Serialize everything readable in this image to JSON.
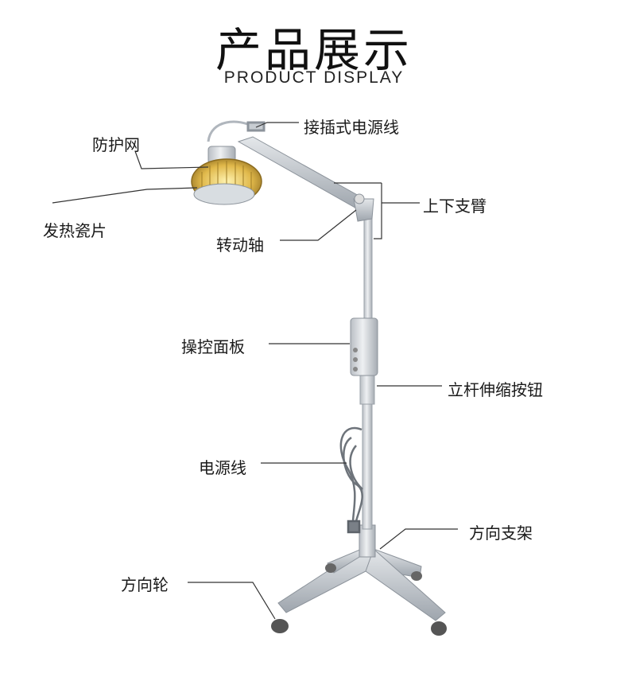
{
  "header": {
    "title_cn": "产品展示",
    "title_en": "PRODUCT DISPLAY"
  },
  "labels": {
    "plug_cord": "接插式电源线",
    "guard_mesh": "防护网",
    "upper_lower_arm": "上下支臂",
    "heating_ceramic": "发热瓷片",
    "rotating_shaft": "转动轴",
    "control_panel": "操控面板",
    "pole_button": "立杆伸缩按钮",
    "power_cord": "电源线",
    "direction_stand": "方向支架",
    "direction_wheel": "方向轮"
  }
}
